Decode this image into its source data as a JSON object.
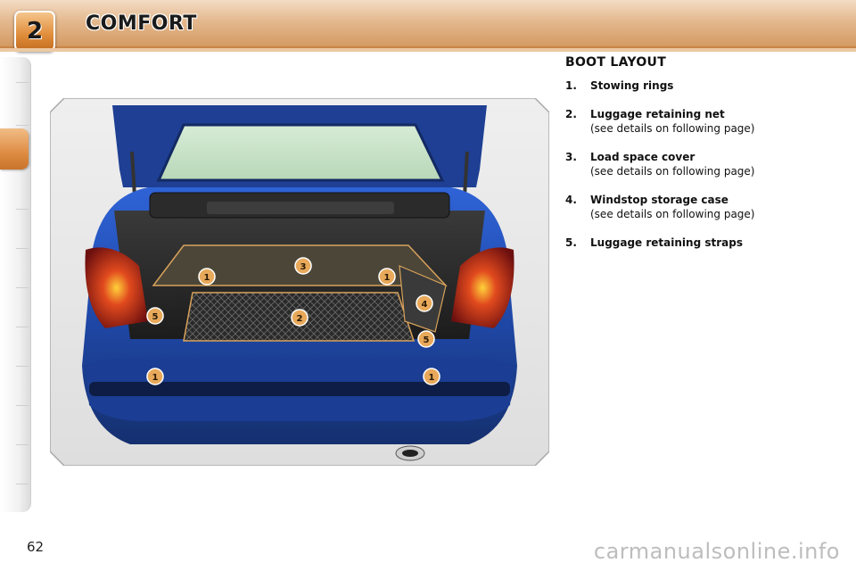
{
  "header": {
    "chapter_number": "2",
    "chapter_title": "COMFORT"
  },
  "section": {
    "title": "BOOT LAYOUT",
    "items": [
      {
        "number": "1.",
        "label": "Stowing rings",
        "note": ""
      },
      {
        "number": "2.",
        "label": "Luggage retaining net",
        "note": "(see details on following page)"
      },
      {
        "number": "3.",
        "label": "Load space cover",
        "note": "(see details on following page)"
      },
      {
        "number": "4.",
        "label": "Windstop storage case",
        "note": "(see details on following page)"
      },
      {
        "number": "5.",
        "label": "Luggage retaining straps",
        "note": ""
      }
    ]
  },
  "illustration": {
    "callouts": [
      "1",
      "3",
      "1",
      "5",
      "2",
      "4",
      "5",
      "1",
      "1"
    ]
  },
  "footer": {
    "page_number": "62",
    "watermark": "carmanualsonline.info"
  },
  "colors": {
    "header_accent": "#d49a63",
    "badge": "#e08d3a",
    "car_body": "#1f48a8",
    "callout": "#e8a95a"
  }
}
